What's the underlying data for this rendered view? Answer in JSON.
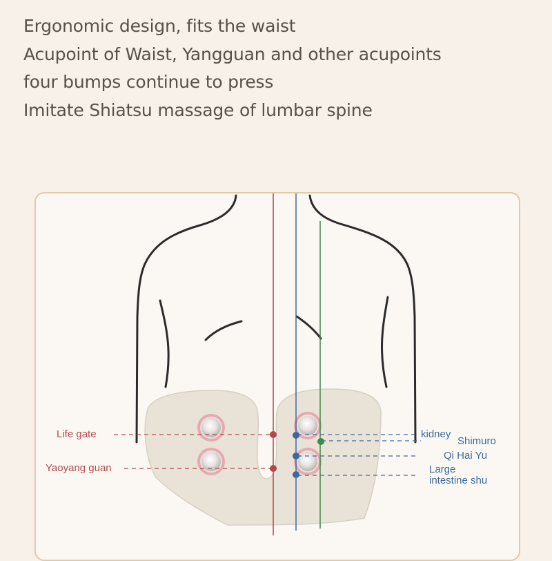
{
  "headline": {
    "lines": [
      "Ergonomic design, fits the waist",
      "Acupoint of Waist, Yangguan and other acupoints",
      "four bumps continue to press",
      "Imitate Shiatsu massage of lumbar spine"
    ]
  },
  "labels": {
    "life_gate": "Life gate",
    "yaoyang_guan": "Yaoyang guan",
    "kidney": "kidney",
    "shimuro": "Shimuro",
    "qi_hai_yu": "Qi Hai Yu",
    "large_intestine_line1": "Large",
    "large_intestine_line2": "intestine shu"
  },
  "colors": {
    "red_line": "#b5474b",
    "blue_line": "#3d6a9e",
    "green_line": "#3d8a4e",
    "outline": "#2b2b2b",
    "pad": "#e9e2d6",
    "panel_border": "#e2c9a8"
  }
}
